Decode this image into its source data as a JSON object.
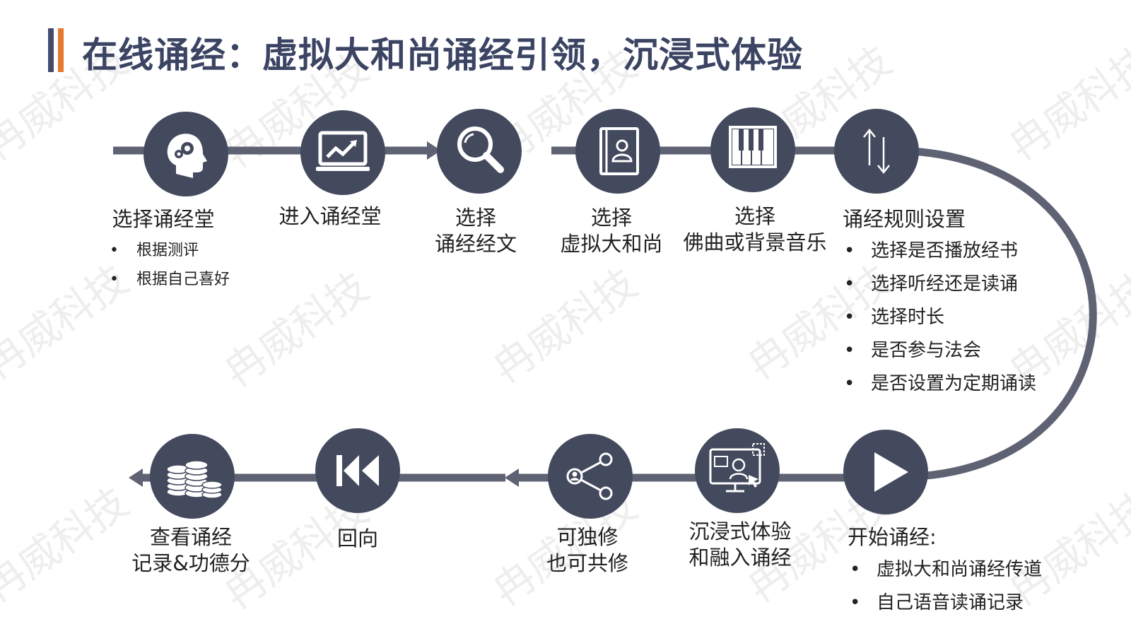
{
  "title": "在线诵经：虚拟大和尚诵经引领，沉浸式体验",
  "watermark_text": "冉威科技",
  "colors": {
    "title": "#3b4463",
    "accent_dark": "#434a6c",
    "accent_orange": "#e5792c",
    "node": "#444a5e",
    "line": "#5e6273"
  },
  "steps": [
    {
      "icon": "head-gears-icon",
      "label": [
        "选择诵经堂"
      ],
      "bullets": [
        "根据测评",
        "根据自己喜好"
      ]
    },
    {
      "icon": "trend-monitor-icon",
      "label": [
        "进入诵经堂"
      ]
    },
    {
      "icon": "magnifier-icon",
      "label": [
        "选择",
        "诵经经文"
      ]
    },
    {
      "icon": "address-book-icon",
      "label": [
        "选择",
        "虚拟大和尚"
      ]
    },
    {
      "icon": "piano-keys-icon",
      "label": [
        "选择",
        "佛曲或背景音乐"
      ]
    },
    {
      "icon": "up-down-arrows-icon",
      "label": [
        "诵经规则设置"
      ],
      "bullets": [
        "选择是否播放经书",
        "选择听经还是读诵",
        "选择时长",
        "是否参与法会",
        "是否设置为定期诵读"
      ]
    },
    {
      "icon": "play-icon",
      "label": [
        "开始诵经:"
      ],
      "bullets": [
        "虚拟大和尚诵经传道",
        "自己语音读诵记录"
      ]
    },
    {
      "icon": "immersive-screen-icon",
      "label": [
        "沉浸式体验",
        "和融入诵经"
      ]
    },
    {
      "icon": "share-icon",
      "label": [
        "可独修",
        "也可共修"
      ]
    },
    {
      "icon": "rewind-icon",
      "label": [
        "回向"
      ]
    },
    {
      "icon": "coin-stack-icon",
      "label": [
        "查看诵经",
        "记录&功德分"
      ]
    }
  ]
}
